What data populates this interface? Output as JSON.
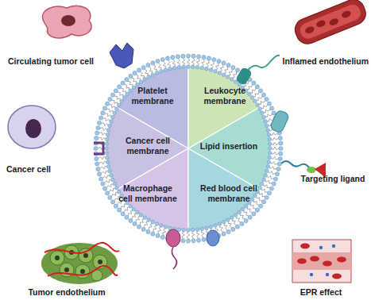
{
  "diagram": {
    "nodes": [
      {
        "text": [
          "Platelet membrane"
        ]
      },
      {
        "text": [
          "Leukocyte membrane"
        ]
      },
      {
        "text": [
          "Cancer cell membrane"
        ]
      },
      {
        "text": [
          "Lipid insertion"
        ]
      },
      {
        "text": [
          "Macrophage cell membrane"
        ]
      },
      {
        "text": [
          "Red blood cell membrane"
        ]
      }
    ],
    "labels": [
      "Circulating tumor cell",
      "Inflamed endothelium",
      "Cancer cell",
      "Targeting ligand",
      "Tumor endothelium",
      "EPR effect"
    ]
  }
}
